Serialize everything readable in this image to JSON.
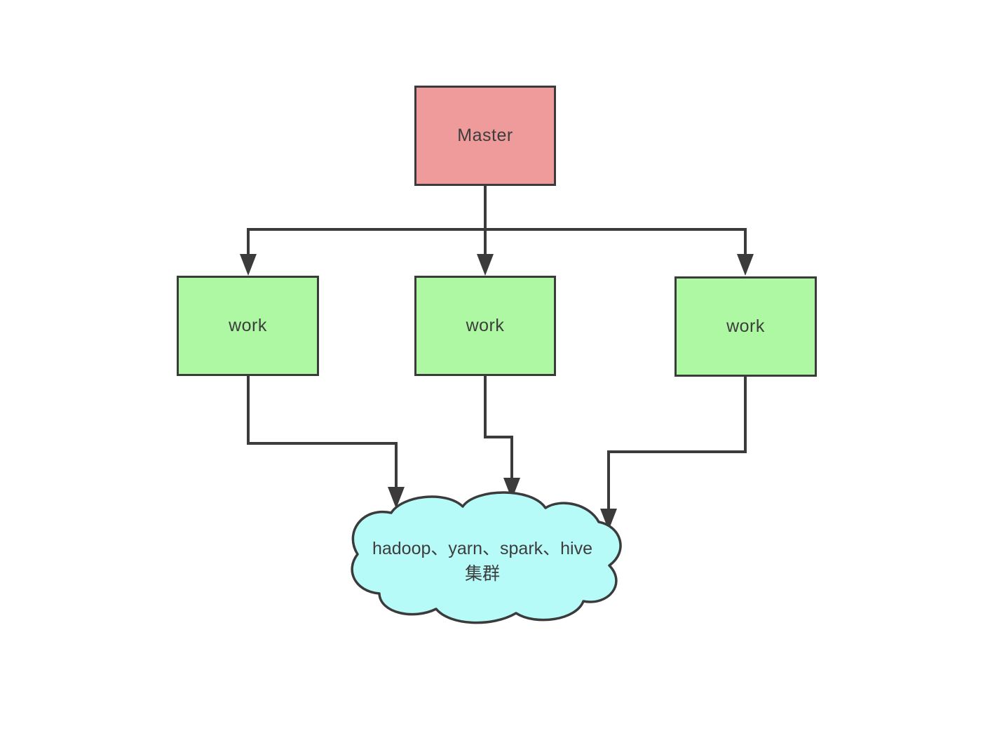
{
  "colors": {
    "background": "#ffffff",
    "stroke": "#3b3b3b",
    "text": "#3d3d3d",
    "master_fill": "#f09b9b",
    "worker_fill": "#aef8a4",
    "cluster_fill": "#b7fbf9"
  },
  "nodes": {
    "master": {
      "label": "Master"
    },
    "workers": [
      {
        "label": "work"
      },
      {
        "label": "work"
      },
      {
        "label": "work"
      }
    ],
    "cluster": {
      "line1": "hadoop、yarn、spark、hive",
      "line2": "集群"
    }
  }
}
